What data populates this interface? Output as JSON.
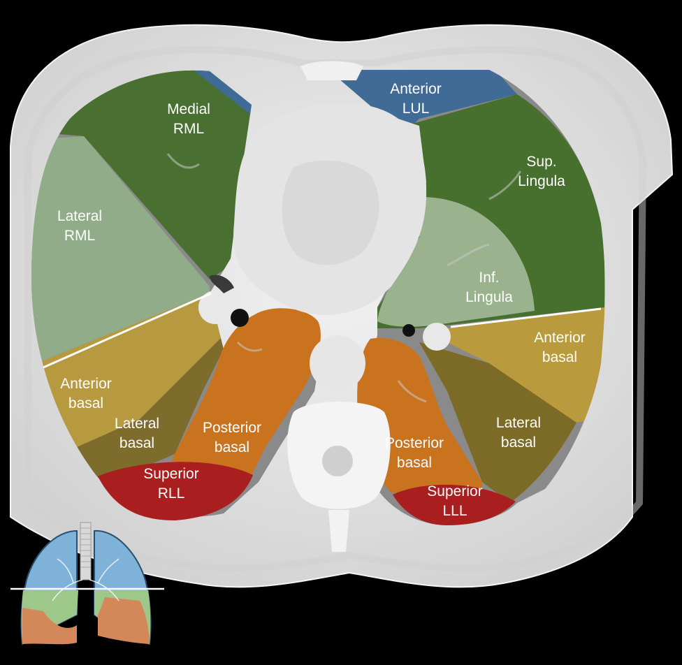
{
  "segments": {
    "medial_rml": {
      "line1": "Medial",
      "line2": "RML"
    },
    "anterior_lul": {
      "line1": "Anterior",
      "line2": "LUL"
    },
    "sup_lingula": {
      "line1": "Sup.",
      "line2": "Lingula"
    },
    "lateral_rml": {
      "line1": "Lateral",
      "line2": "RML"
    },
    "inf_lingula": {
      "line1": "Inf.",
      "line2": "Lingula"
    },
    "anterior_basal_right": {
      "line1": "Anterior",
      "line2": "basal"
    },
    "anterior_basal_left": {
      "line1": "Anterior",
      "line2": "basal"
    },
    "lateral_basal_right": {
      "line1": "Lateral",
      "line2": "basal"
    },
    "lateral_basal_left": {
      "line1": "Lateral",
      "line2": "basal"
    },
    "posterior_basal_right": {
      "line1": "Posterior",
      "line2": "basal"
    },
    "posterior_basal_left": {
      "line1": "Posterior",
      "line2": "basal"
    },
    "superior_rll": {
      "line1": "Superior",
      "line2": "RLL"
    },
    "superior_lll": {
      "line1": "Superior",
      "line2": "LLL"
    }
  },
  "colors": {
    "blue": "#3f6b96",
    "dark_green": "#476f2e",
    "light_green": "#92ad88",
    "gold": "#b99a3c",
    "olive": "#7c6a27",
    "orange": "#c9731e",
    "red": "#a91f1f",
    "tissue": "#e6e6e6",
    "background": "#000000"
  }
}
